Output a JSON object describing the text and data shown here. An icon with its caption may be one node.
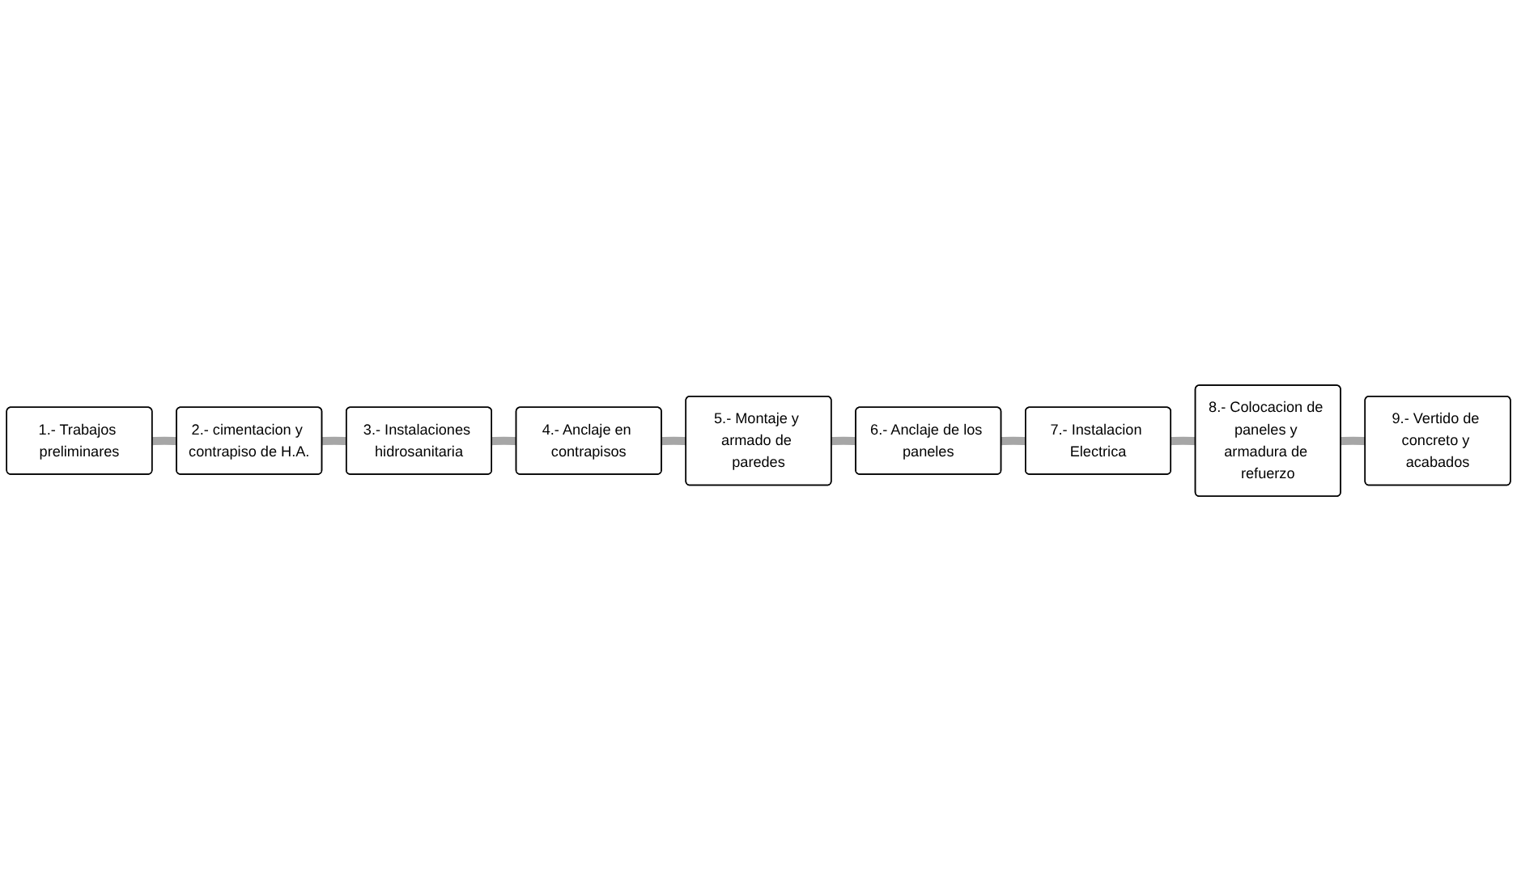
{
  "diagram": {
    "nodes": [
      {
        "text": [
          "1.- Trabajos preliminares"
        ]
      },
      {
        "text": [
          "2.- cimentacion y contrapiso de H.A."
        ]
      },
      {
        "text": [
          "3.- Instalaciones hidrosanitaria"
        ]
      },
      {
        "text": [
          "4.- Anclaje en contrapisos"
        ]
      },
      {
        "text": [
          "5.- Montaje y armado de paredes"
        ]
      },
      {
        "text": [
          "6.- Anclaje de los paneles"
        ]
      },
      {
        "text": [
          "7.- Instalacion Electrica"
        ]
      },
      {
        "text": [
          "8.- Colocacion de paneles y armadura de refuerzo"
        ]
      },
      {
        "text": [
          "9.- Vertido de concreto y acabados"
        ]
      }
    ],
    "edges": [
      {
        "from": 0,
        "to": 1,
        "arrow": "none"
      },
      {
        "from": 1,
        "to": 2,
        "arrow": "none"
      },
      {
        "from": 2,
        "to": 3,
        "arrow": "none"
      },
      {
        "from": 3,
        "to": 4,
        "arrow": "none"
      },
      {
        "from": 4,
        "to": 5,
        "arrow": "none"
      },
      {
        "from": 5,
        "to": 6,
        "arrow": "none"
      },
      {
        "from": 6,
        "to": 7,
        "arrow": "none"
      },
      {
        "from": 7,
        "to": 8,
        "arrow": "none"
      }
    ]
  }
}
